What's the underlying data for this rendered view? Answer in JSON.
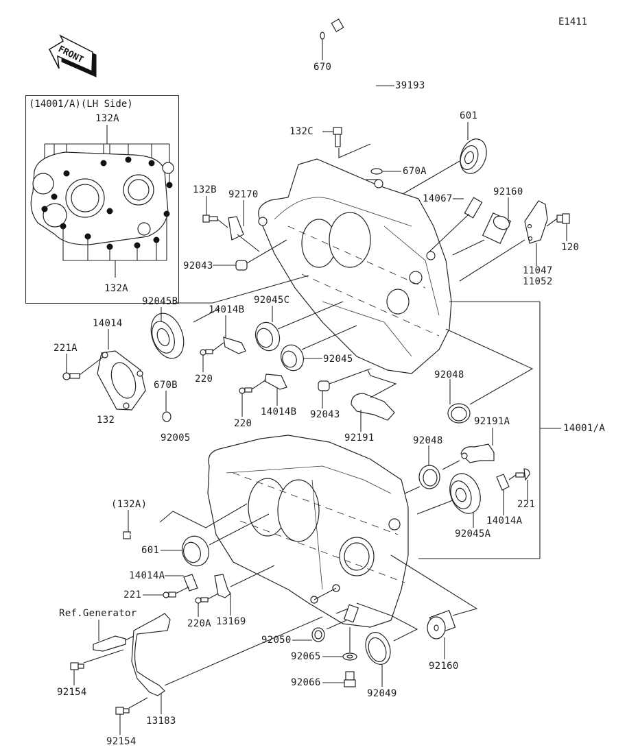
{
  "diagram": {
    "code": "E1411",
    "front_arrow": "FRONT",
    "inset": {
      "title": "(14001/A)(LH Side)",
      "label_top": "132A",
      "label_bottom": "132A"
    },
    "parts": [
      {
        "id": "670",
        "label": "670"
      },
      {
        "id": "39193",
        "label": "39193"
      },
      {
        "id": "132C",
        "label": "132C"
      },
      {
        "id": "601-top",
        "label": "601"
      },
      {
        "id": "670A",
        "label": "670A"
      },
      {
        "id": "14067",
        "label": "14067"
      },
      {
        "id": "92160-top",
        "label": "92160"
      },
      {
        "id": "132B",
        "label": "132B"
      },
      {
        "id": "92170",
        "label": "92170"
      },
      {
        "id": "120",
        "label": "120"
      },
      {
        "id": "11047",
        "label": "11047"
      },
      {
        "id": "11052",
        "label": "11052"
      },
      {
        "id": "92043-top",
        "label": "92043"
      },
      {
        "id": "92045B",
        "label": "92045B"
      },
      {
        "id": "14014B-top",
        "label": "14014B"
      },
      {
        "id": "92045C",
        "label": "92045C"
      },
      {
        "id": "14014",
        "label": "14014"
      },
      {
        "id": "221A",
        "label": "221A"
      },
      {
        "id": "220-top",
        "label": "220"
      },
      {
        "id": "92045",
        "label": "92045"
      },
      {
        "id": "670B",
        "label": "670B"
      },
      {
        "id": "220-mid",
        "label": "220"
      },
      {
        "id": "14014B-mid",
        "label": "14014B"
      },
      {
        "id": "92048-top",
        "label": "92048"
      },
      {
        "id": "92043-mid",
        "label": "92043"
      },
      {
        "id": "92191",
        "label": "92191"
      },
      {
        "id": "132",
        "label": "132"
      },
      {
        "id": "92005",
        "label": "92005"
      },
      {
        "id": "92048-mid",
        "label": "92048"
      },
      {
        "id": "92191A",
        "label": "92191A"
      },
      {
        "id": "14001A",
        "label": "14001/A"
      },
      {
        "id": "221-right",
        "label": "221"
      },
      {
        "id": "14014A-right",
        "label": "14014A"
      },
      {
        "id": "92045A",
        "label": "92045A"
      },
      {
        "id": "132A-paren",
        "label": "(132A)"
      },
      {
        "id": "601-bottom",
        "label": "601"
      },
      {
        "id": "14014A-left",
        "label": "14014A"
      },
      {
        "id": "221-left",
        "label": "221"
      },
      {
        "id": "13169",
        "label": "13169"
      },
      {
        "id": "220A",
        "label": "220A"
      },
      {
        "id": "ref-generator",
        "label": "Ref.Generator"
      },
      {
        "id": "92050",
        "label": "92050"
      },
      {
        "id": "92065",
        "label": "92065"
      },
      {
        "id": "92066",
        "label": "92066"
      },
      {
        "id": "92049",
        "label": "92049"
      },
      {
        "id": "92160-bottom",
        "label": "92160"
      },
      {
        "id": "92154-top",
        "label": "92154"
      },
      {
        "id": "13183",
        "label": "13183"
      },
      {
        "id": "92154-bottom",
        "label": "92154"
      }
    ]
  }
}
